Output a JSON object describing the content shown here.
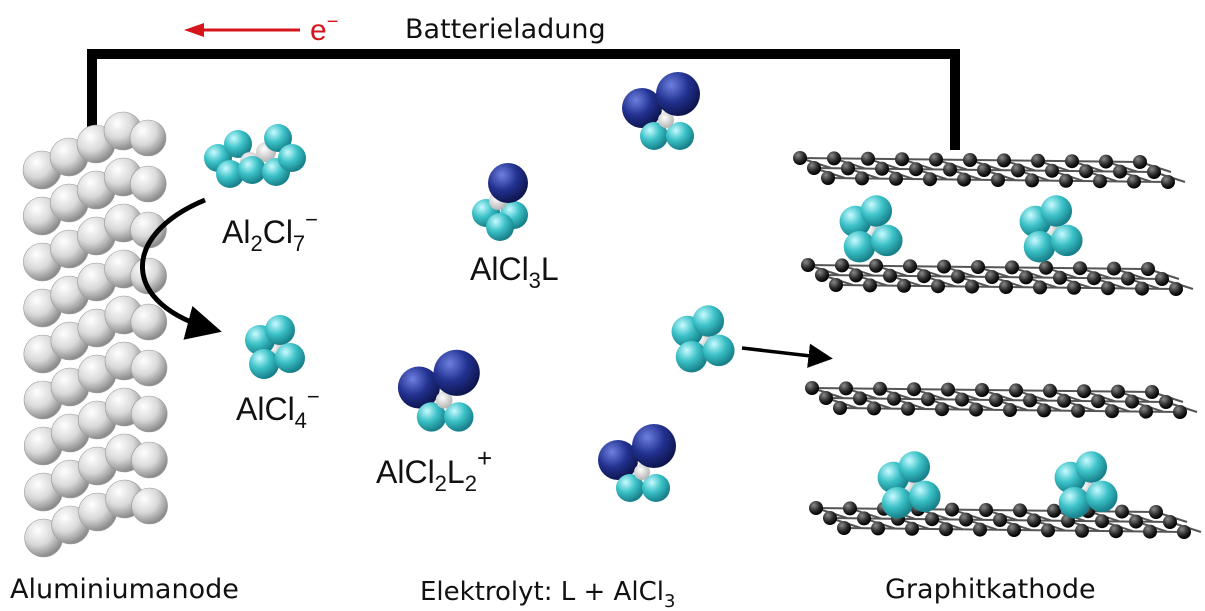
{
  "header": {
    "electron_symbol": "e",
    "electron_charge": "−",
    "charging_label": "Batterieladung"
  },
  "species": {
    "al2cl7": {
      "base": "Al",
      "sub1": "2",
      "mid": "Cl",
      "sub2": "7",
      "sup": "−"
    },
    "alcl4": {
      "base": "AlCl",
      "sub": "4",
      "sup": "−"
    },
    "alcl3l": {
      "base": "AlCl",
      "sub": "3",
      "tail": "L"
    },
    "alcl2l2": {
      "base": "AlCl",
      "sub1": "2",
      "mid": "L",
      "sub2": "2",
      "sup": "+"
    }
  },
  "captions": {
    "anode": "Aluminiumanode",
    "electrolyte_prefix": "Elektrolyt: L + AlCl",
    "electrolyte_sub": "3",
    "cathode": "Graphitkathode"
  },
  "colors": {
    "electron_arrow": "#d4161c",
    "wire": "#000000",
    "aluminum": "#d9d9d9",
    "chlorine": "#3cc2c8",
    "ligand": "#22318f",
    "graphite": "#2a2a2a"
  }
}
